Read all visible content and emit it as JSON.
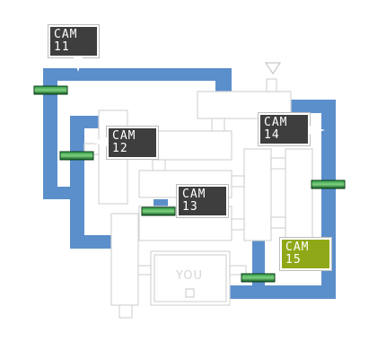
{
  "colors": {
    "corridor": "#5b8fcb",
    "room_stroke": "#d4d4d4",
    "cam_fill": "#3e3e3e",
    "cam_selected_fill": "#8fa817",
    "cam_text": "#ffffff",
    "door_light": "#1a7a32"
  },
  "map": {
    "player_label": "YOU"
  },
  "cameras": [
    {
      "id": "cam11",
      "line1": "CAM",
      "line2": "11",
      "selected": false
    },
    {
      "id": "cam12",
      "line1": "CAM",
      "line2": "12",
      "selected": false
    },
    {
      "id": "cam13",
      "line1": "CAM",
      "line2": "13",
      "selected": false
    },
    {
      "id": "cam14",
      "line1": "CAM",
      "line2": "14",
      "selected": false
    },
    {
      "id": "cam15",
      "line1": "CAM",
      "line2": "15",
      "selected": true
    }
  ]
}
